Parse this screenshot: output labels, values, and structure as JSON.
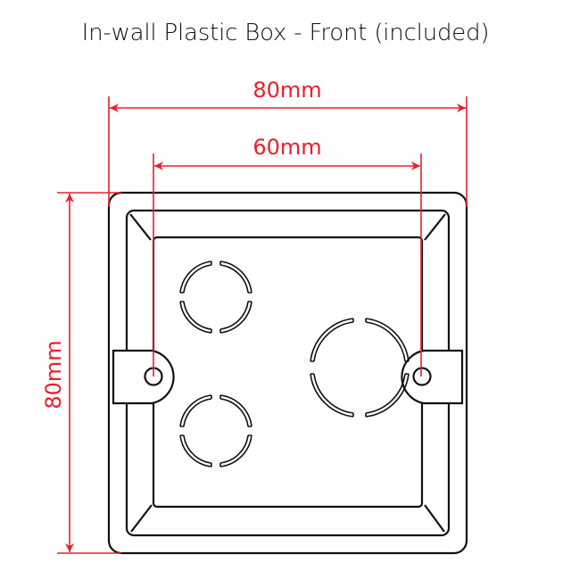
{
  "title": "In-wall Plastic Box - Front (included)",
  "dimensions": {
    "outer_width": "80mm",
    "mounting_width": "60mm",
    "outer_height": "80mm"
  },
  "colors": {
    "dimension": "#e8202a",
    "outline": "#111111",
    "background": "#ffffff"
  },
  "components": {
    "outer_frame": "outer-frame",
    "middle_frame": "middle-frame",
    "inner_cavity": "inner-cavity",
    "mounting_tabs": [
      "left-tab",
      "right-tab"
    ],
    "knockouts": [
      "knockout-top-left-small",
      "knockout-bottom-left-small",
      "knockout-right-large"
    ]
  }
}
